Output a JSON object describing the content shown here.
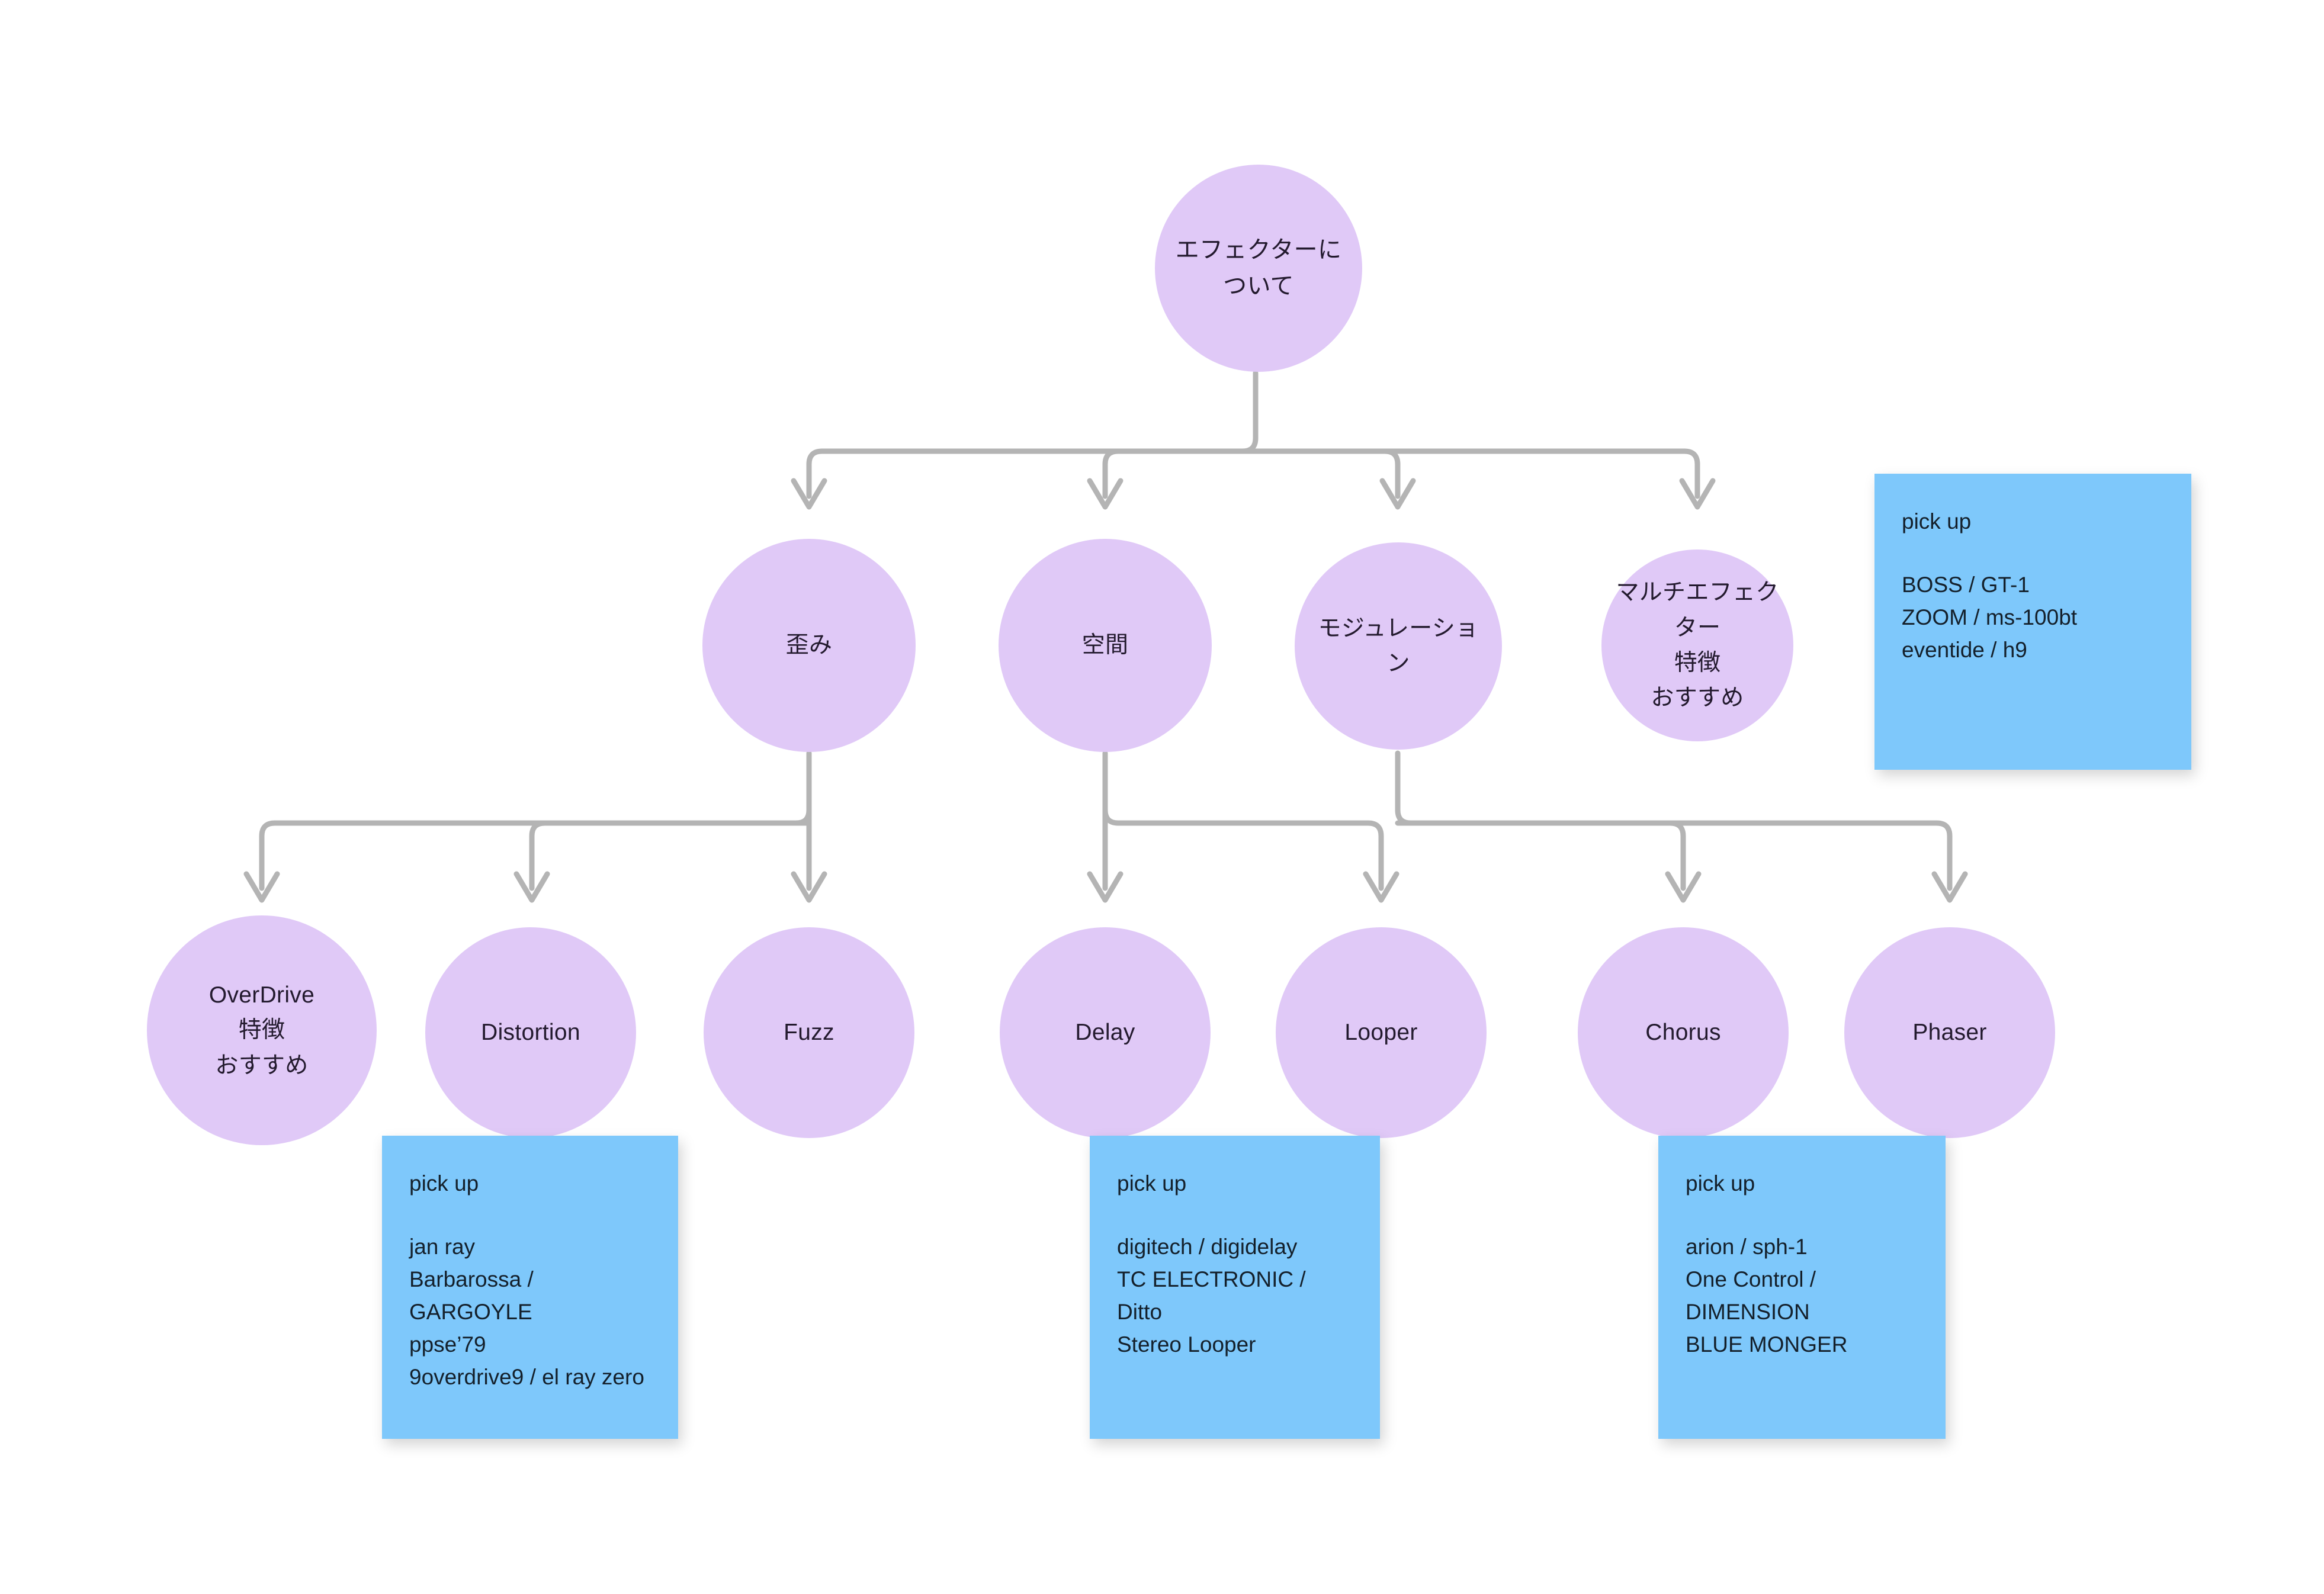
{
  "diagram": {
    "type": "mind-map-tree",
    "background_color": "#ffffff",
    "node_color": "#e0c9f7",
    "note_color": "#7ec8fb",
    "connector_color": "#b4b4b4",
    "root": {
      "id": "root",
      "label": "エフェクターに\nついて"
    },
    "level2": [
      {
        "id": "distortion-group",
        "label": "歪み"
      },
      {
        "id": "space-group",
        "label": "空間"
      },
      {
        "id": "modulation-group",
        "label": "モジュレーショ\nン"
      },
      {
        "id": "multi-effector",
        "label": "マルチエフェク\nター\n特徴\nおすすめ"
      }
    ],
    "level3": [
      {
        "id": "overdrive",
        "label": "OverDrive\n特徴\nおすすめ",
        "parent": "distortion-group"
      },
      {
        "id": "distortion",
        "label": "Distortion",
        "parent": "distortion-group"
      },
      {
        "id": "fuzz",
        "label": "Fuzz",
        "parent": "distortion-group"
      },
      {
        "id": "delay",
        "label": "Delay",
        "parent": "space-group"
      },
      {
        "id": "looper",
        "label": "Looper",
        "parent": "space-group"
      },
      {
        "id": "chorus",
        "label": "Chorus",
        "parent": "modulation-group"
      },
      {
        "id": "phaser",
        "label": "Phaser",
        "parent": "modulation-group"
      }
    ],
    "notes": [
      {
        "id": "note-multi",
        "title": "pick up",
        "body": "BOSS / GT-1\nZOOM / ms-100bt\neventide / h9"
      },
      {
        "id": "note-drive",
        "title": "pick up",
        "body": "jan ray\nBarbarossa / GARGOYLE\nppse’79\n9overdrive9 / el ray zero"
      },
      {
        "id": "note-space",
        "title": "pick up",
        "body": "digitech / digidelay\nTC ELECTRONIC / Ditto\nStereo Looper"
      },
      {
        "id": "note-modulation",
        "title": "pick up",
        "body": "arion / sph-1\nOne Control / DIMENSION\nBLUE MONGER"
      }
    ]
  }
}
